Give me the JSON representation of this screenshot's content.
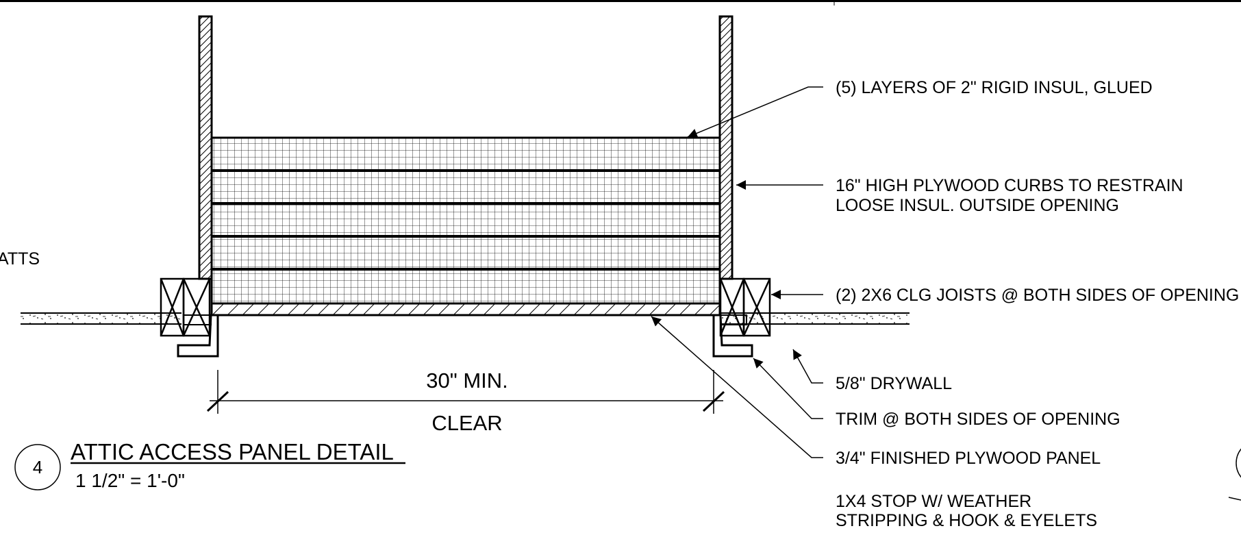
{
  "notes": {
    "rigid_insul": "(5) LAYERS OF 2\" RIGID INSUL, GLUED",
    "curbs_line1": "16\" HIGH PLYWOOD CURBS TO RESTRAIN",
    "curbs_line2": "LOOSE INSUL. OUTSIDE OPENING",
    "joists": "(2) 2X6 CLG JOISTS @ BOTH SIDES OF OPENING",
    "drywall": "5/8\" DRYWALL",
    "trim": "TRIM @ BOTH SIDES OF OPENING",
    "panel": "3/4\" FINISHED PLYWOOD PANEL",
    "stop_line1": "1X4 STOP W/ WEATHER",
    "stop_line2": "STRIPPING & HOOK & EYELETS",
    "batts_partial": "ATTS"
  },
  "dimension": {
    "value": "30\" MIN.",
    "qualifier": "CLEAR"
  },
  "title_block": {
    "detail_number": "4",
    "title": "ATTIC ACCESS PANEL DETAIL",
    "scale": "1 1/2\" = 1'-0\""
  },
  "colors": {
    "line": "#000000",
    "background": "#ffffff"
  }
}
